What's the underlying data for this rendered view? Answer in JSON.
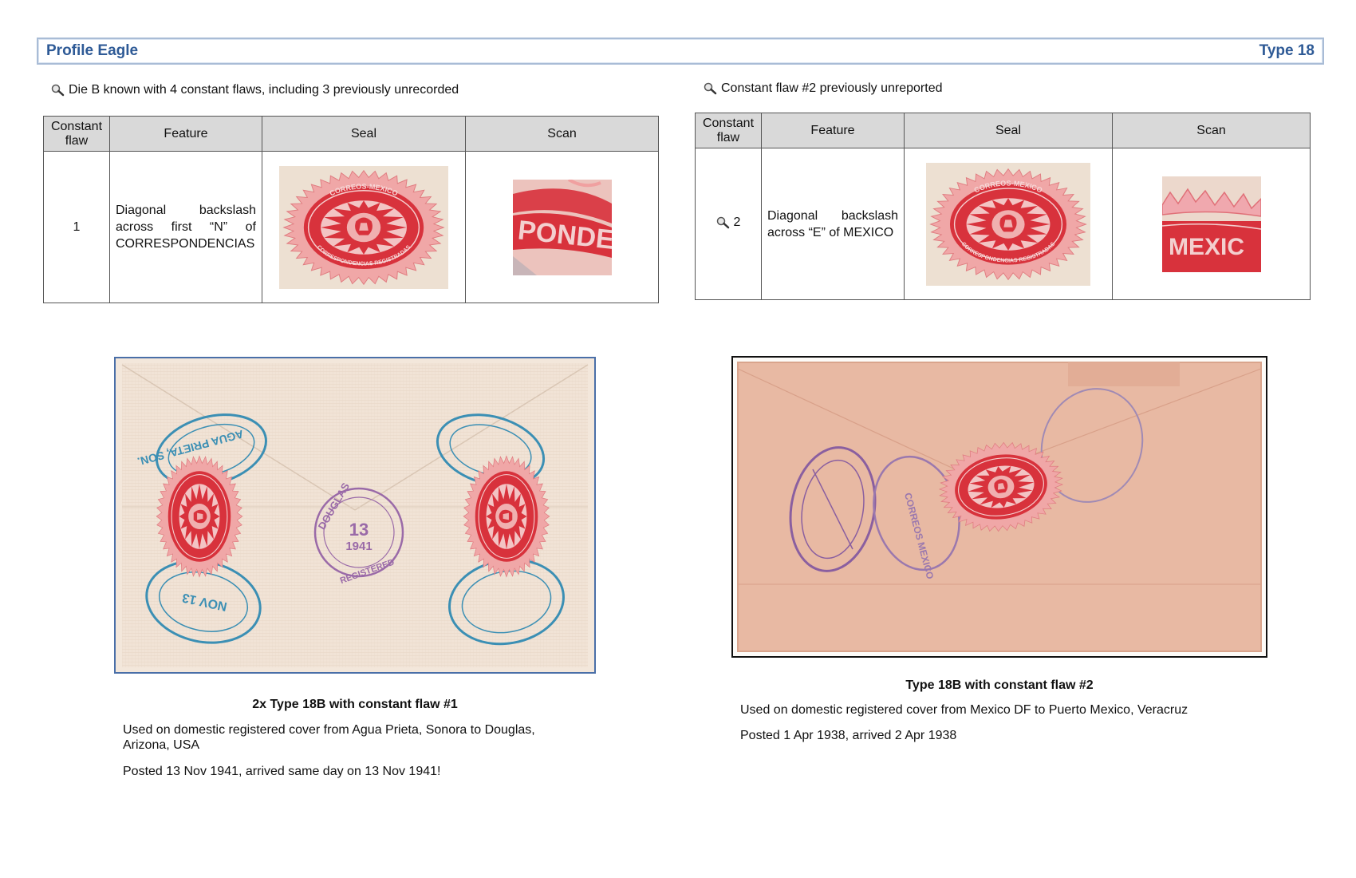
{
  "header": {
    "left_title": "Profile Eagle",
    "right_title": "Type 18"
  },
  "left": {
    "note": "Die B known with 4 constant flaws, including 3 previously unrecorded",
    "columns": [
      "Constant flaw",
      "Feature",
      "Seal",
      "Scan"
    ],
    "row": {
      "number": "1",
      "feature": "Diagonal backslash across first “N” of CORRESPONDENCIAS"
    },
    "seal": {
      "top_text": "CORREOS-MEXICO",
      "bottom_text": "CORRESPONDENCIAS REGISTRADAS"
    },
    "scan_text": "PONDEN",
    "cover_stamps": {
      "blue_text": "AGUA PRIETA, SON.",
      "date_text": "NOV 13",
      "purple_city": "DOUGLAS",
      "purple_day": "13",
      "purple_year": "1941",
      "purple_bottom": "REGISTERED"
    },
    "caption_title": "2x Type 18B with constant flaw #1",
    "caption_lines": [
      "Used on domestic registered cover from Agua Prieta, Sonora to Douglas, Arizona, USA",
      "Posted 13 Nov 1941, arrived same day on 13 Nov 1941!"
    ]
  },
  "right": {
    "note": "Constant flaw #2 previously unreported",
    "columns": [
      "Constant flaw",
      "Feature",
      "Seal",
      "Scan"
    ],
    "row": {
      "number": "2",
      "feature": "Diagonal backslash across “E” of MEXICO"
    },
    "seal": {
      "top_text": "CORREOS-MEXICO",
      "bottom_text": "CORRESPONDENCIAS REGISTRADAS"
    },
    "scan_text": "MEXIC",
    "cover_stamps": {
      "purple_text": "CORREOS MEXICO"
    },
    "caption_title": "Type 18B with constant flaw #2",
    "caption_lines": [
      "Used on domestic registered cover from Mexico DF to Puerto Mexico, Veracruz",
      "Posted 1 Apr 1938, arrived 2 Apr 1938"
    ]
  },
  "colors": {
    "header_text": "#2e5a96",
    "seal_red": "#d8323c",
    "paper": "#ede0d2",
    "cover_pink": "#e8b9a3",
    "postmark_blue": "#3b8fb4",
    "postmark_purple": "#8a5fa0"
  },
  "icons": [
    "magnifier-icon"
  ]
}
